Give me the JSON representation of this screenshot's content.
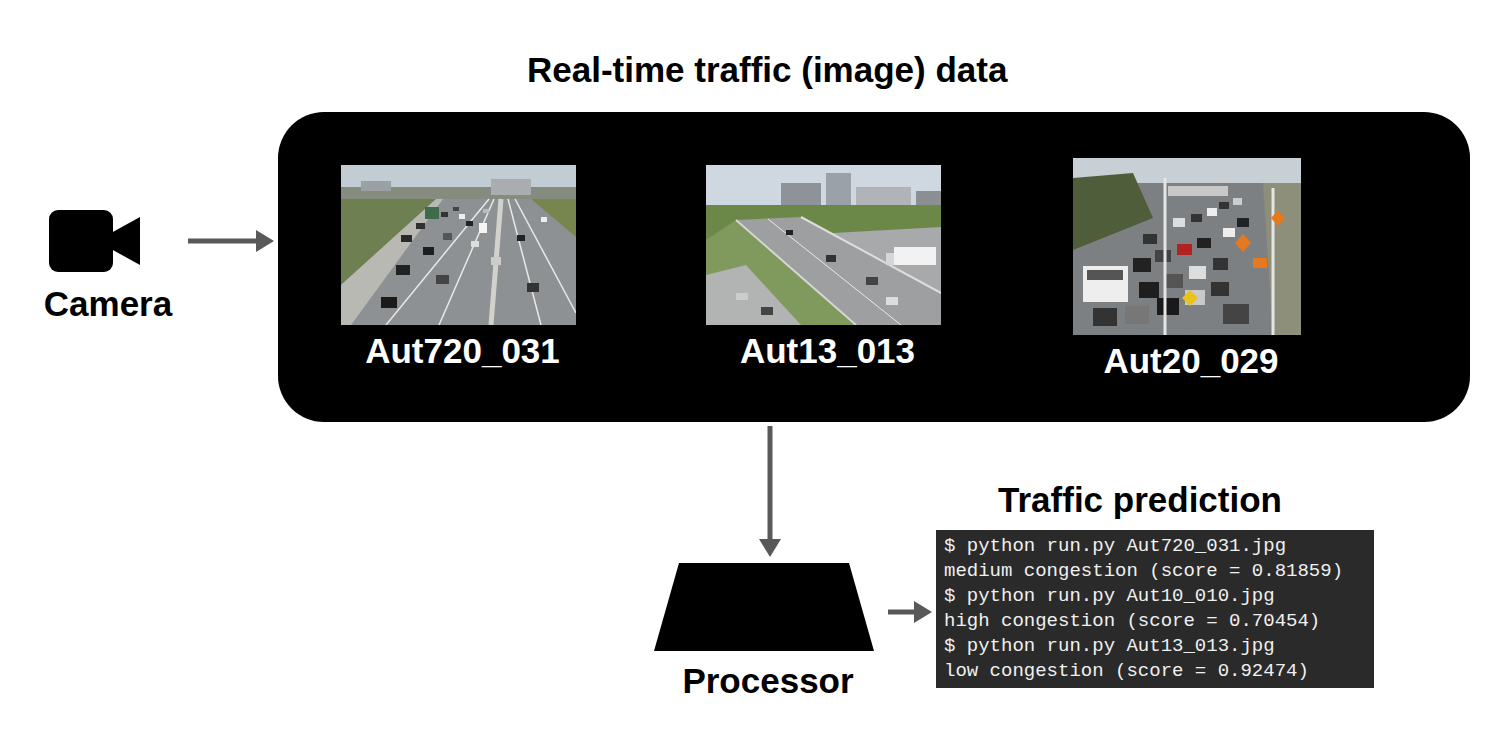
{
  "diagram": {
    "nodes": [
      {
        "text": [
          "Camera"
        ]
      },
      {
        "text": [
          "Real-time traffic (image) data"
        ]
      },
      {
        "text": [
          "Aut720_031"
        ],
        "in": 1
      },
      {
        "text": [
          "Aut13_013"
        ],
        "in": 1
      },
      {
        "text": [
          "Aut20_029"
        ],
        "in": 1
      },
      {
        "text": [
          "Processor"
        ]
      },
      {
        "text": [
          "Traffic prediction",
          "$ python run.py Aut720_031.jpg",
          "medium congestion (score = 0.81859)",
          "$ python run.py Aut10_010.jpg",
          "high congestion (score = 0.70454)",
          "$ python run.py Aut13_013.jpg",
          "low congestion (score = 0.92474)"
        ]
      }
    ],
    "edges": [
      {
        "from": 0,
        "to": 1,
        "arrow": "to"
      },
      {
        "from": 1,
        "to": 5,
        "arrow": "to"
      },
      {
        "from": 5,
        "to": 6,
        "arrow": "to"
      }
    ]
  }
}
